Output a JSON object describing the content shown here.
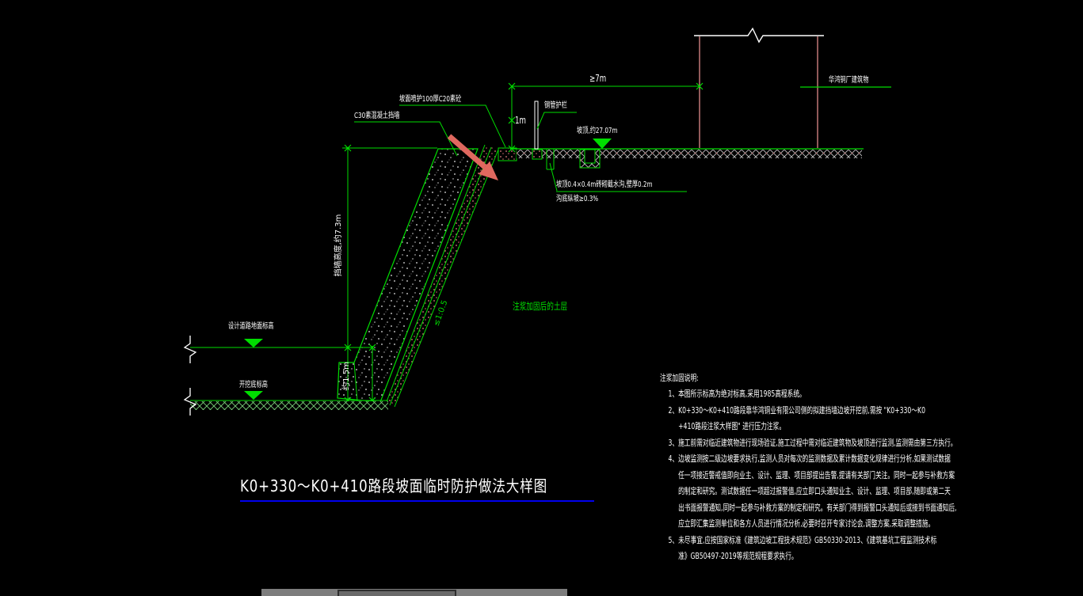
{
  "colors": {
    "background": "#000000",
    "line_green": "#00dd00",
    "text_white": "#ffffff",
    "building_pink": "#d08080",
    "concrete_stipple": "#e8e8e8",
    "shotcrete_pink": "#e08080",
    "arrow_red": "#e0685f",
    "title_underline_blue": "#0000ee",
    "taskbar_gray": "#7d7d7d"
  },
  "labels": {
    "spray": "坡面喷护100厚C20素砼",
    "wall": "C30素混凝土挡墙",
    "guardrail": "钢管护栏",
    "dim_7m": "≥7m",
    "dim_1m": "1m",
    "building": "华鸿铜厂建筑物",
    "slope_top": "坡顶,约27.07m",
    "ditch": "坡顶0.4×0.4m砖砌截水沟,壁厚0.2m",
    "ditch_slope": "沟底纵坡≥0.3%",
    "wall_height": "挡墙高度,约7.3m",
    "dim_1_5m": "约1.5m",
    "grout_soil": "注浆加固后的土层",
    "slope_ratio": "≤1:0.5",
    "design_road": "设计道路地面标高",
    "excav_bottom": "开挖底标高"
  },
  "title": "K0+330～K0+410路段坡面临时防护做法大样图",
  "notes": {
    "title": "注浆加固说明:",
    "lines": [
      "1、本图所示标高为绝对标高,采用1985高程系统。",
      "2、K0+330～K0+410路段靠华鸿铜业有限公司侧的拟建挡墙边坡开挖前,需按 \"K0+330～K0",
      "+410路段注浆大样图\" 进行压力注浆。",
      "3、施工前需对临近建筑物进行现场验证,施工过程中需对临近建筑物及坡顶进行监测,监测需由第三方执行。",
      "4、边坡监测按二级边坡要求执行,监测人员对每次的监测数据及累计数据变化规律进行分析,如果测试数据",
      "任一项接近警戒值即向业主、设计、监理、项目部提出告警,提请有关部门关注。同时一起参与补救方案",
      "的制定和研究。测试数据任一项超过报警值,应立即口头通知业主、设计、监理、项目部,随即或第二天",
      "出书面报警通知,同时一起参与补救方案的制定和研究。有关部门得到报警口头通知后或接到书面通知后,",
      "应立即汇集监测单位和各方人员进行情况分析,必要时召开专家讨论会,调整方案,采取调整措施。",
      "5、未尽事宜,应按国家标准《建筑边坡工程技术规范》GB50330-2013、《建筑基坑工程监测技术标",
      "准》GB50497-2019等规范规程要求执行。"
    ]
  }
}
